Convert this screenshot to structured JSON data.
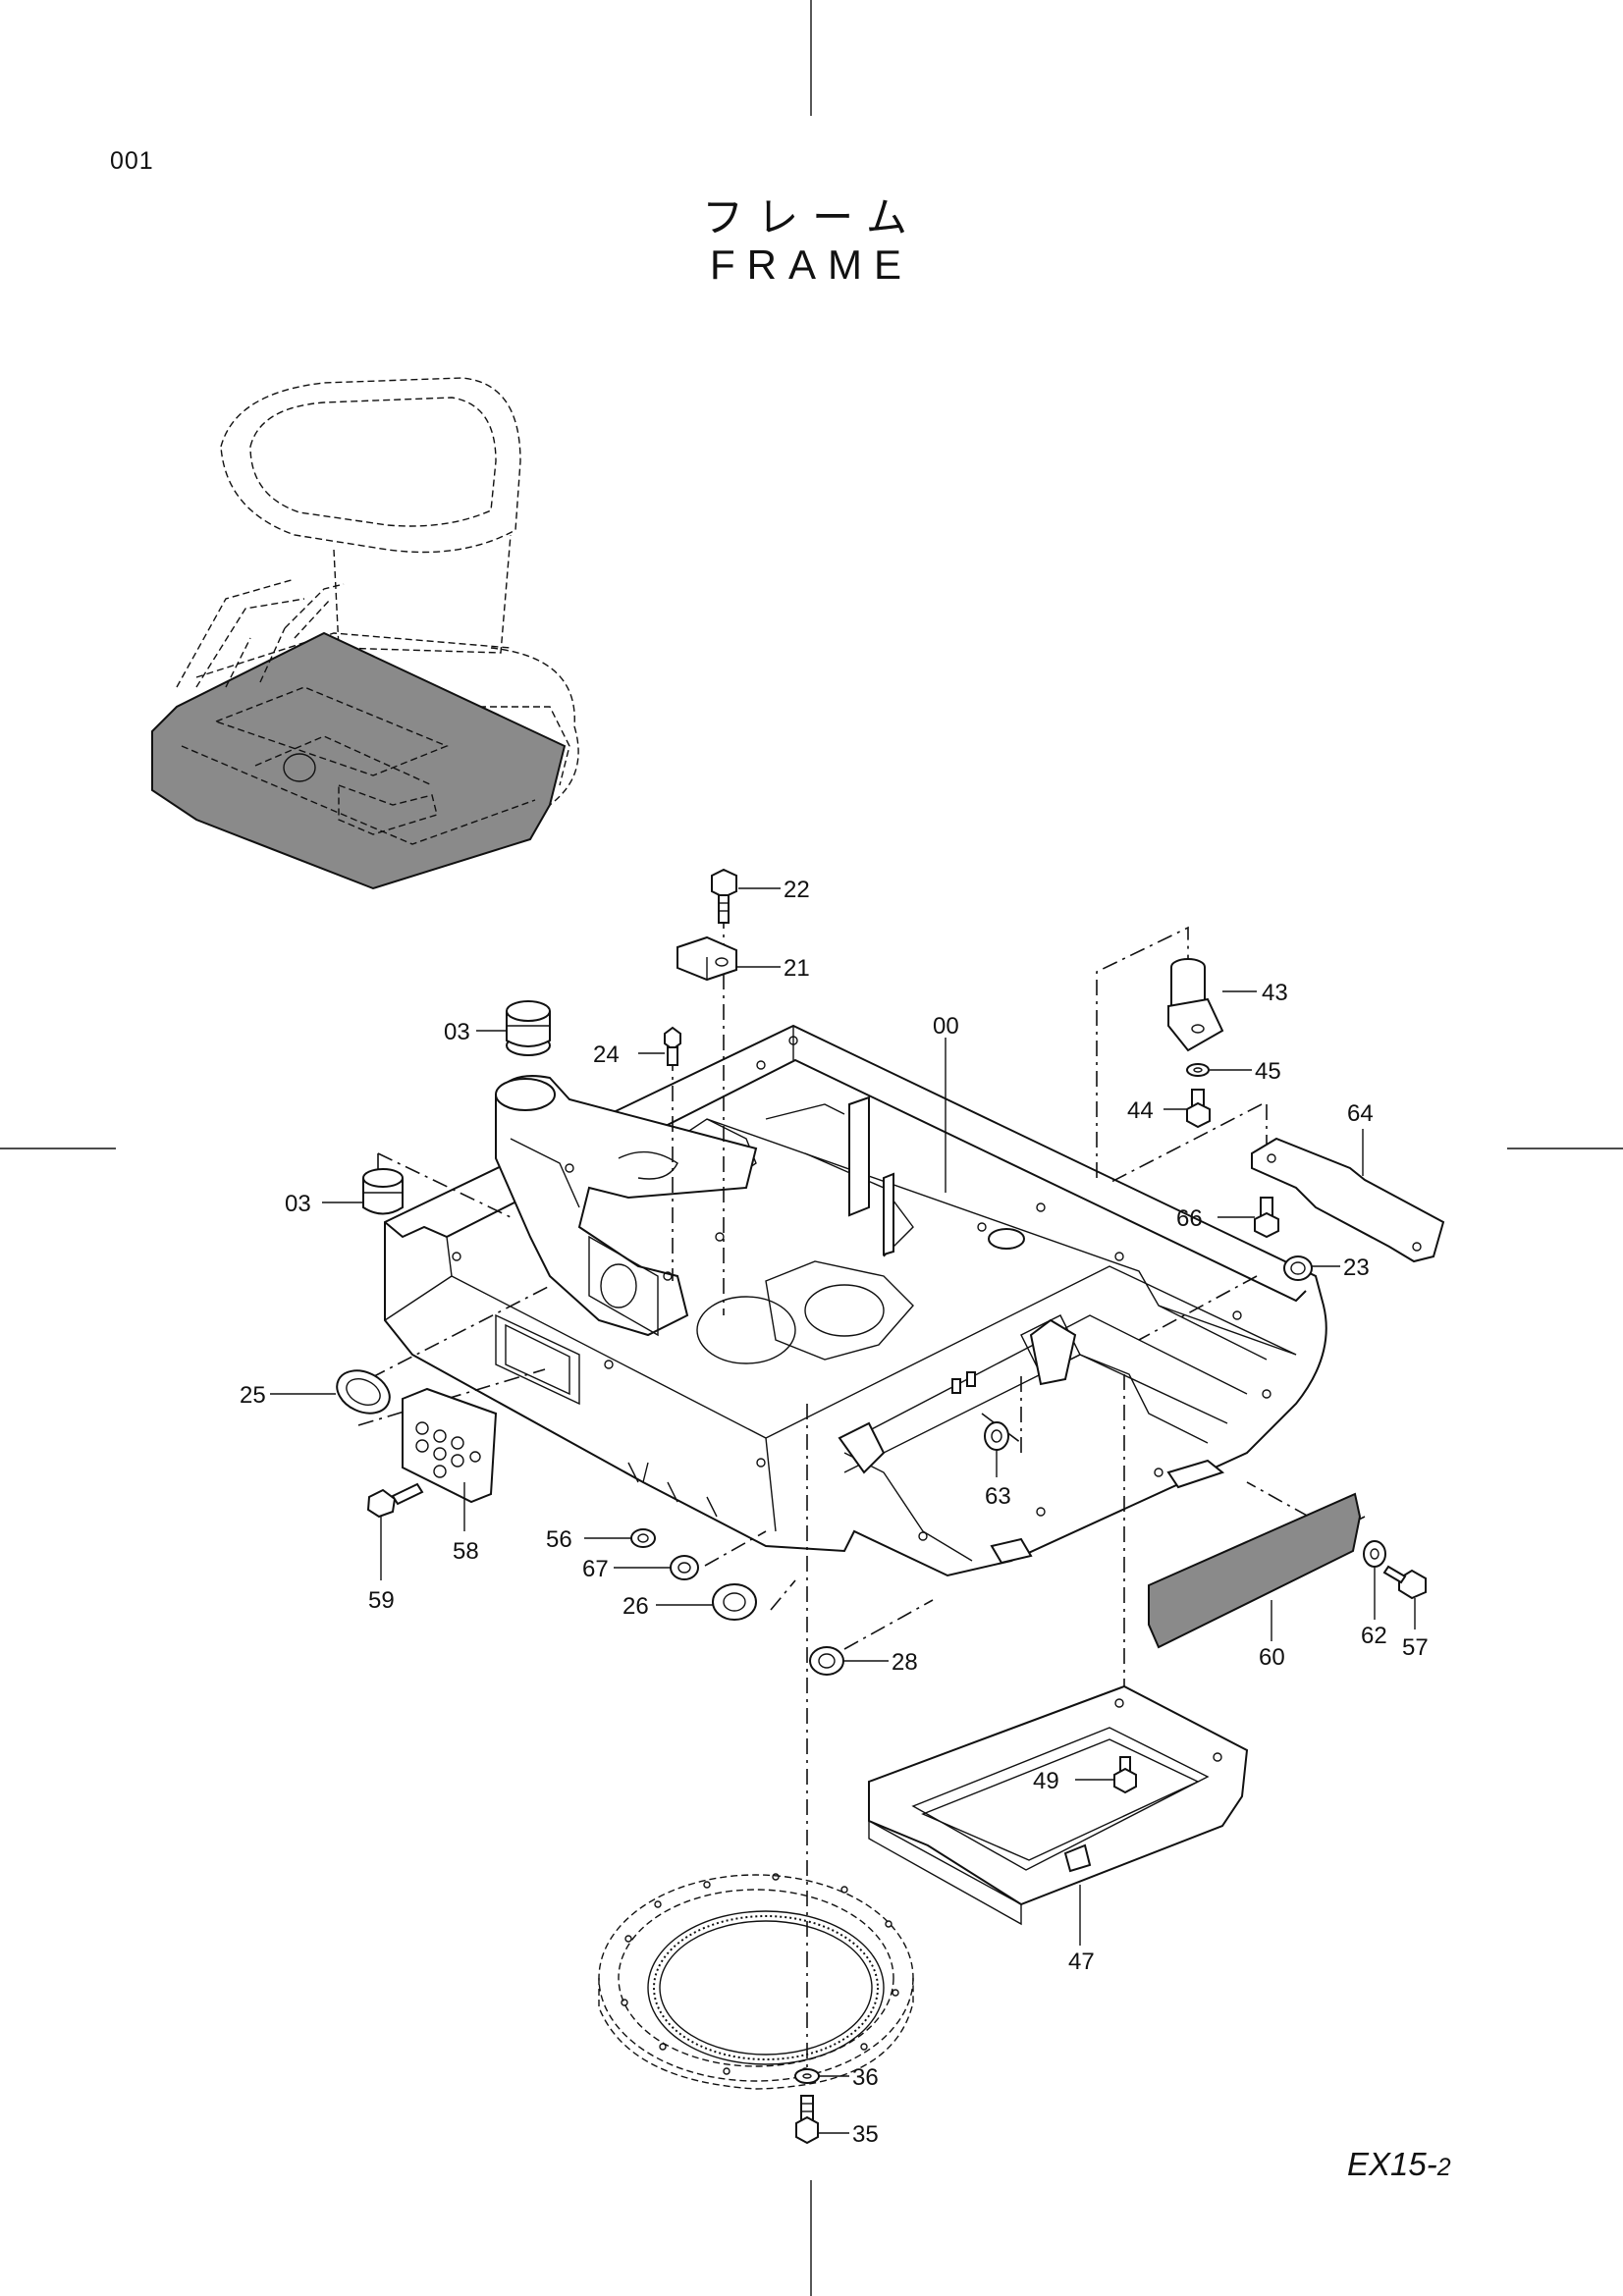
{
  "page_number": "001",
  "title_jp": "フレーム",
  "title_en": "FRAME",
  "doc_code": {
    "main": "EX15-",
    "sub": "2"
  },
  "callouts": {
    "c22": "22",
    "c21": "21",
    "c43": "43",
    "c45": "45",
    "c44": "44",
    "c64": "64",
    "c00": "00",
    "c03a": "03",
    "c24": "24",
    "c03b": "03",
    "c66": "66",
    "c23": "23",
    "c25": "25",
    "c63": "63",
    "c58": "58",
    "c59": "59",
    "c56": "56",
    "c67": "67",
    "c26": "26",
    "c28": "28",
    "c62": "62",
    "c57": "57",
    "c60": "60",
    "c49": "49",
    "c47": "47",
    "c36": "36",
    "c35": "35"
  }
}
